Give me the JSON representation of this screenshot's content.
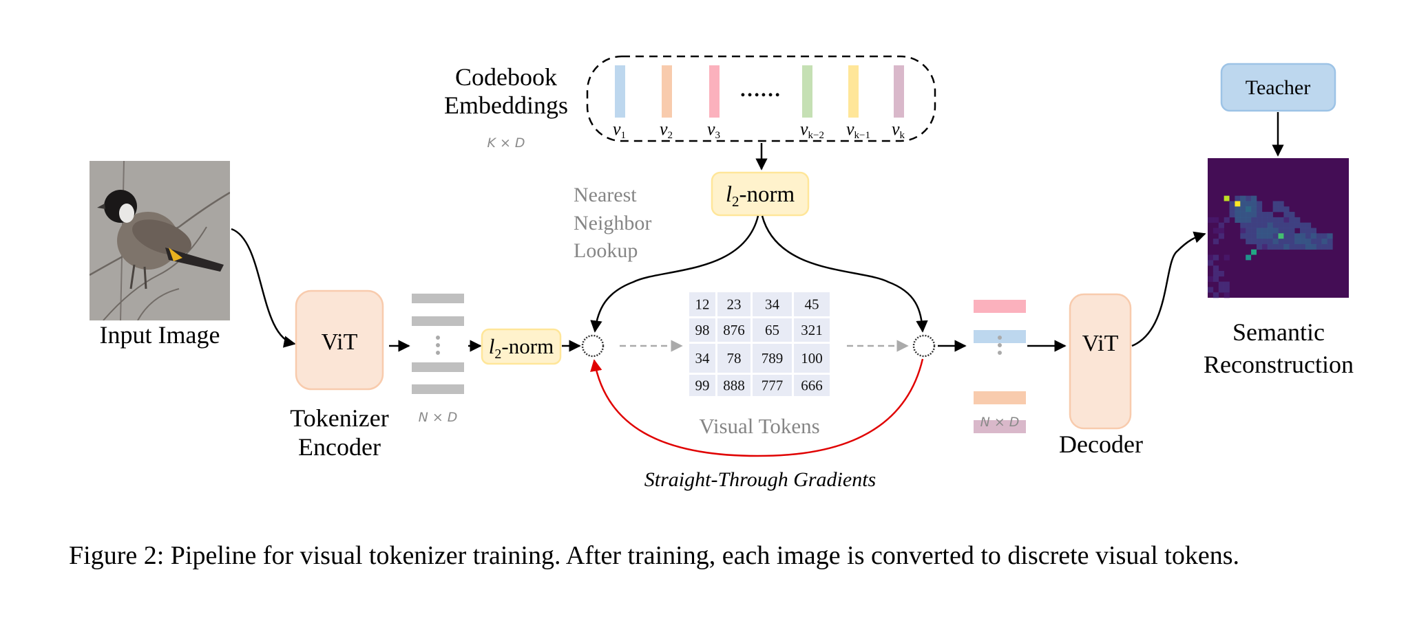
{
  "figure": {
    "input_image_label": "Input Image",
    "encoder": {
      "box_label": "ViT",
      "caption_line1": "Tokenizer",
      "caption_line2": "Encoder"
    },
    "encoder_output_shape": "N × D",
    "l2norm_label_base": "l",
    "l2norm_label_sub": "2",
    "l2norm_label_rest": "-norm",
    "codebook": {
      "label_line1": "Codebook",
      "label_line2": "Embeddings",
      "shape": "K × D",
      "ellipsis": "……",
      "vectors": [
        {
          "label": "v",
          "sub": "1",
          "color": "#bdd7ee"
        },
        {
          "label": "v",
          "sub": "2",
          "color": "#f8cbad"
        },
        {
          "label": "v",
          "sub": "3",
          "color": "#fbb1bd"
        },
        {
          "label": "v",
          "sub": "k−2",
          "color": "#c5e0b4"
        },
        {
          "label": "v",
          "sub": "k−1",
          "color": "#ffe699"
        },
        {
          "label": "v",
          "sub": "k",
          "color": "#d9b8ca"
        }
      ]
    },
    "lookup_label": [
      "Nearest",
      "Neighbor",
      "Lookup"
    ],
    "visual_tokens": {
      "label": "Visual Tokens",
      "grid": [
        [
          "12",
          "23",
          "34",
          "45"
        ],
        [
          "98",
          "876",
          "65",
          "321"
        ],
        [
          "34",
          "78",
          "789",
          "100"
        ],
        [
          "99",
          "888",
          "777",
          "666"
        ]
      ]
    },
    "gradient_label": "Straight-Through Gradients",
    "quantized_output_shape": "N × D",
    "quantized_bar_colors": [
      "#fbb1bd",
      "#bdd7ee",
      "#f8cbad",
      "#d9b8ca"
    ],
    "decoder": {
      "box_label": "ViT",
      "caption": "Decoder"
    },
    "teacher_label": "Teacher",
    "output_label_line1": "Semantic",
    "output_label_line2": "Reconstruction",
    "colors": {
      "vit_fill": "#fbe5d6",
      "vit_stroke": "#f8cbad",
      "norm_fill": "#fff2cc",
      "norm_stroke": "#ffe699",
      "teacher_fill": "#bdd7ee",
      "teacher_stroke": "#9dc3e6",
      "token_cell": "#e8ebf5",
      "gradient_arrow": "#e00000",
      "gray_bar": "#bfbfbf"
    }
  },
  "caption": "Figure 2: Pipeline for visual tokenizer training. After training, each image is converted to discrete visual tokens."
}
